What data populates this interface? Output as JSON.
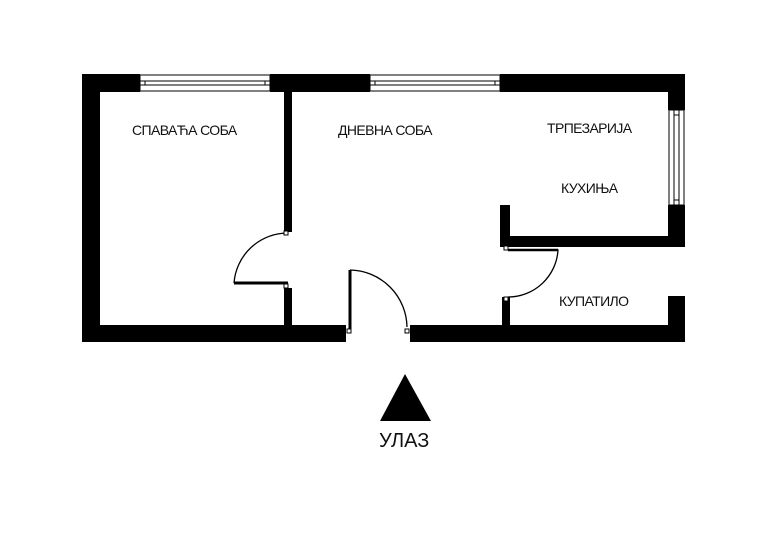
{
  "floor_plan": {
    "rooms": [
      {
        "id": "bedroom",
        "label": "СПАВАЋА СОБА"
      },
      {
        "id": "living",
        "label": "ДНЕВНА СОБА"
      },
      {
        "id": "dining",
        "label": "ТРПЕЗАРИЈА"
      },
      {
        "id": "kitchen",
        "label": "КУХИЊА"
      },
      {
        "id": "bathroom",
        "label": "КУПАТИЛО"
      }
    ],
    "entrance": {
      "label": "УЛАЗ",
      "icon": "triangle-up-icon"
    },
    "colors": {
      "wall": "#000000",
      "background": "#ffffff",
      "text": "#111111",
      "watermark": "#bdbdbd"
    }
  }
}
